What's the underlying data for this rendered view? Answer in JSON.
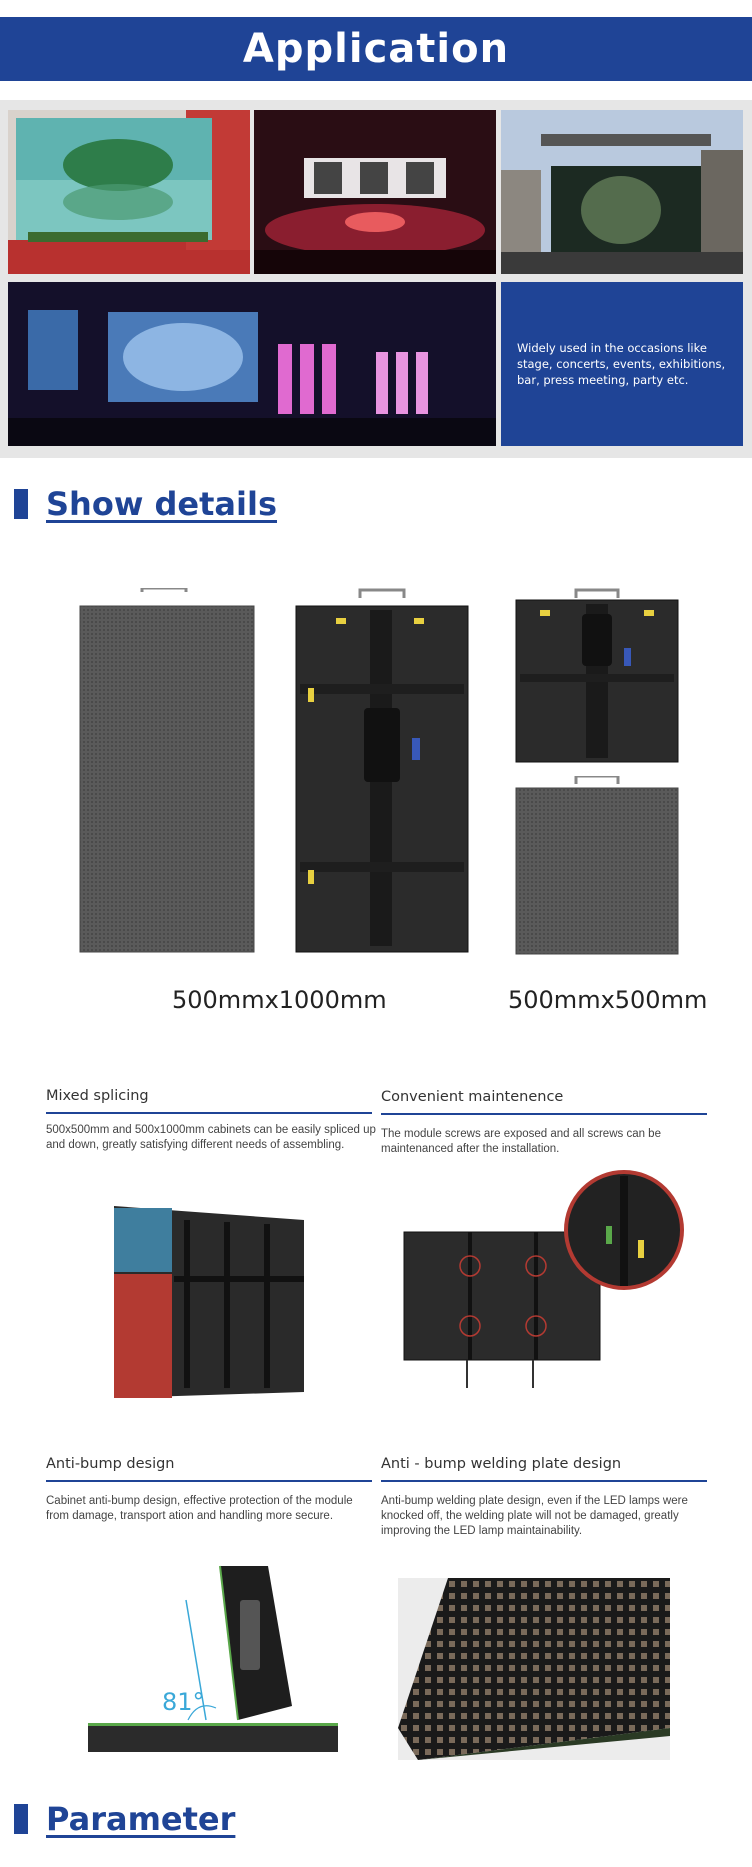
{
  "application": {
    "title": "Application",
    "description": "Widely used in the occasions like stage, concerts, events, exhibitions, bar, press meeting, party etc."
  },
  "show_details": {
    "title": "Show details",
    "size_large": "500mmx1000mm",
    "size_small": "500mmx500mm"
  },
  "features": [
    {
      "title": "Mixed splicing",
      "text": "500x500mm and 500x1000mm cabinets can be easily spliced up and down, greatly satisfying different needs of assembling."
    },
    {
      "title": "Convenient maintenence",
      "text": "The module screws are exposed and all screws can be maintenanced after the installation."
    },
    {
      "title": "Anti-bump design",
      "text": "Cabinet anti-bump design,  effective protection of the module from damage, transport ation and handling more secure."
    },
    {
      "title": "Anti - bump welding plate design",
      "text": "Anti-bump welding plate design, even if the LED lamps were knocked off, the welding plate will not be damaged, greatly improving the LED lamp maintainability."
    }
  ],
  "angle_label": "81°",
  "parameter": {
    "title": "Parameter"
  },
  "colors": {
    "brand_blue": "#1f4496"
  }
}
